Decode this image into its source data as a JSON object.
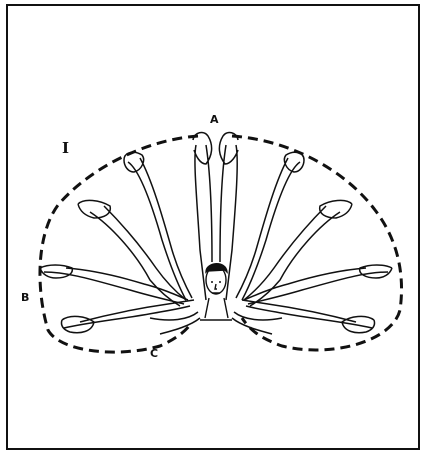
{
  "figure": {
    "panel_label": "I",
    "point_labels": {
      "a": "A",
      "b": "B",
      "c": "C"
    },
    "line_color": "#111111",
    "background_color": "#ffffff"
  }
}
